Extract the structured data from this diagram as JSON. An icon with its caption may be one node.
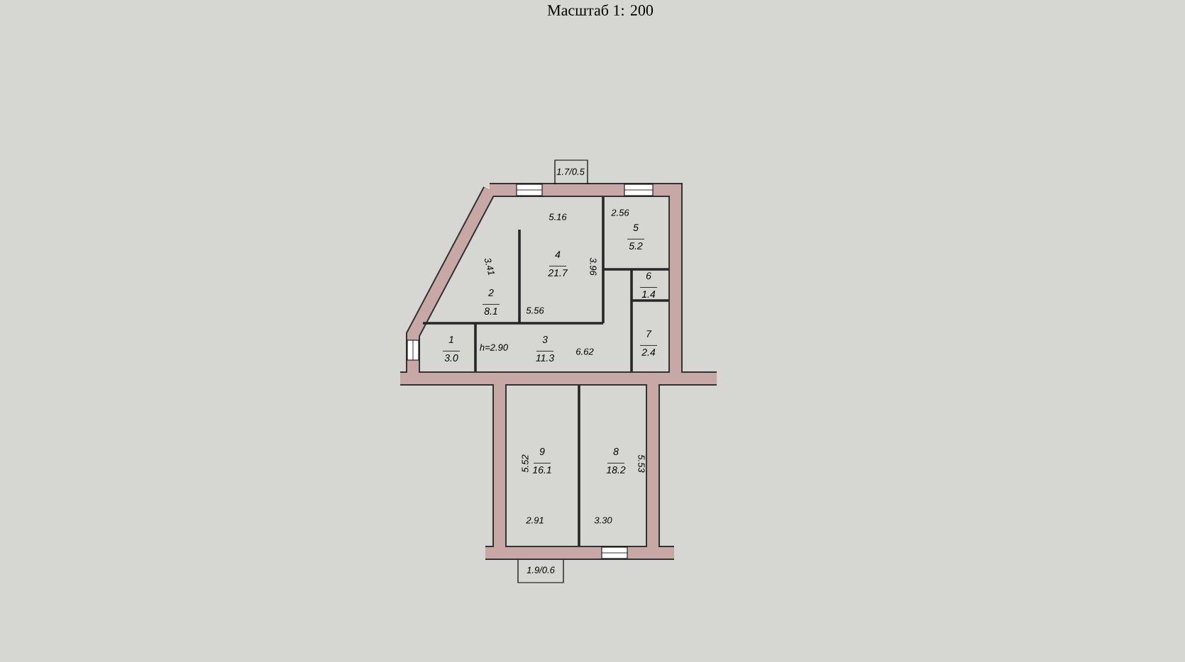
{
  "diagram": {
    "title": "Масштаб 1: 200",
    "nodes": [
      {
        "text": [
          "1.7/0.5"
        ]
      },
      {
        "text": [
          "4",
          "21.7"
        ]
      },
      {
        "text": [
          "5",
          "5.2"
        ]
      },
      {
        "text": [
          "2",
          "8.1"
        ]
      },
      {
        "text": [
          "6",
          "1.4"
        ]
      },
      {
        "text": [
          "1",
          "3.0"
        ]
      },
      {
        "text": [
          "3",
          "11.3"
        ]
      },
      {
        "text": [
          "7",
          "2.4"
        ]
      },
      {
        "text": [
          "9",
          "16.1"
        ]
      },
      {
        "text": [
          "8",
          "18.2"
        ]
      },
      {
        "text": [
          "1.9/0.6"
        ]
      }
    ],
    "labels": [
      "5.16",
      "2.56",
      "3.41",
      "3.96",
      "5.56",
      "h=2.90",
      "6.62",
      "5.52",
      "5.53",
      "2.91",
      "3.30"
    ]
  }
}
